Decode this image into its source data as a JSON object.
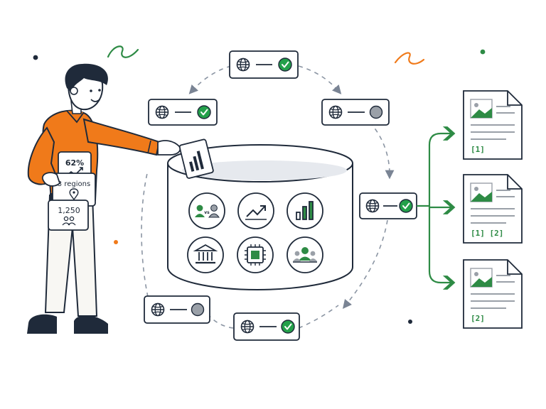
{
  "colors": {
    "accent_green": "#2e8b45",
    "accent_orange": "#f07a1a",
    "ink": "#1f2a3a",
    "check_green": "#23a04a",
    "pending_gray": "#9aa0a8"
  },
  "cards": {
    "stat_percent": "62%",
    "stat_regions": "3 regions",
    "stat_count": "1,250"
  },
  "loop_nodes": [
    {
      "icon": "globe-icon",
      "status": "verified"
    },
    {
      "icon": "globe-icon",
      "status": "pending"
    },
    {
      "icon": "globe-icon",
      "status": "verified"
    },
    {
      "icon": "globe-icon",
      "status": "verified"
    },
    {
      "icon": "globe-icon",
      "status": "pending"
    },
    {
      "icon": "globe-icon",
      "status": "verified"
    }
  ],
  "database_icons": [
    "comparison-icon",
    "trend-line-icon",
    "bar-chart-icon",
    "bank-icon",
    "chip-icon",
    "group-icon"
  ],
  "documents": [
    {
      "citation": "[1]"
    },
    {
      "citation": "[1] [2]"
    },
    {
      "citation": "[2]"
    }
  ]
}
